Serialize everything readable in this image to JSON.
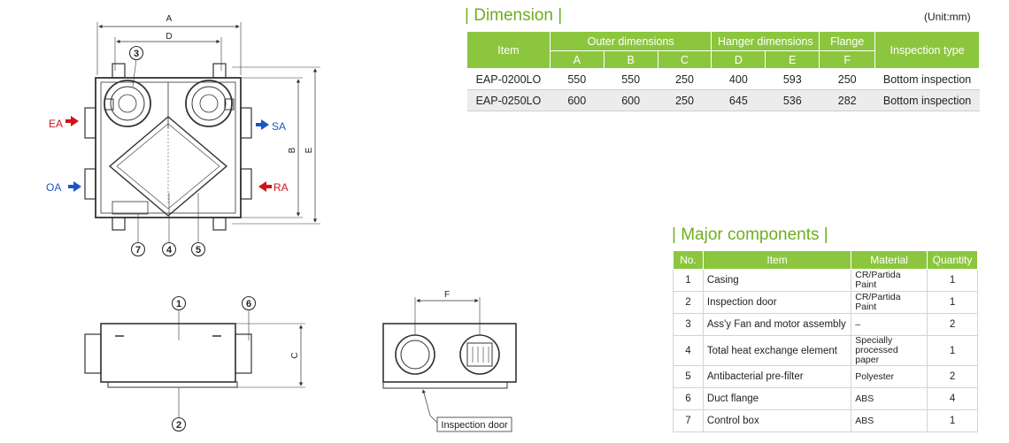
{
  "drawing": {
    "dimension_letters": {
      "a": "A",
      "b": "B",
      "c": "C",
      "d": "D",
      "e": "E",
      "f": "F"
    },
    "airflow": {
      "ea": "EA",
      "sa": "SA",
      "oa": "OA",
      "ra": "RA"
    },
    "callouts": {
      "n1": "1",
      "n2": "2",
      "n3": "3",
      "n4": "4",
      "n5": "5",
      "n6": "6",
      "n7": "7"
    },
    "inspection_door_label": "Inspection door"
  },
  "dimension": {
    "title": "Dimension",
    "unit": "(Unit:mm)",
    "headers": {
      "item": "Item",
      "outer": "Outer dimensions",
      "hanger": "Hanger dimensions",
      "flange": "Flange",
      "inspection": "Inspection type",
      "a": "A",
      "b": "B",
      "c": "C",
      "d": "D",
      "e": "E",
      "f": "F"
    },
    "rows": [
      {
        "model": "EAP-0200LO",
        "a": "550",
        "b": "550",
        "c": "250",
        "d": "400",
        "e": "593",
        "f": "250",
        "type": "Bottom inspection"
      },
      {
        "model": "EAP-0250LO",
        "a": "600",
        "b": "600",
        "c": "250",
        "d": "645",
        "e": "536",
        "f": "282",
        "type": "Bottom inspection"
      }
    ]
  },
  "components": {
    "title": "Major components",
    "headers": {
      "no": "No.",
      "item": "Item",
      "material": "Material",
      "quantity": "Quantity"
    },
    "rows": [
      {
        "no": "1",
        "item": "Casing",
        "material": "CR/Partida Paint",
        "qty": "1"
      },
      {
        "no": "2",
        "item": "Inspection door",
        "material": "CR/Partida Paint",
        "qty": "1"
      },
      {
        "no": "3",
        "item": "Ass'y Fan and motor assembly",
        "material": "–",
        "qty": "2"
      },
      {
        "no": "4",
        "item": "Total heat exchange element",
        "material": "Specially processed paper",
        "qty": "1"
      },
      {
        "no": "5",
        "item": "Antibacterial pre-filter",
        "material": "Polyester",
        "qty": "2"
      },
      {
        "no": "6",
        "item": "Duct flange",
        "material": "ABS",
        "qty": "4"
      },
      {
        "no": "7",
        "item": "Control box",
        "material": "ABS",
        "qty": "1"
      }
    ]
  }
}
